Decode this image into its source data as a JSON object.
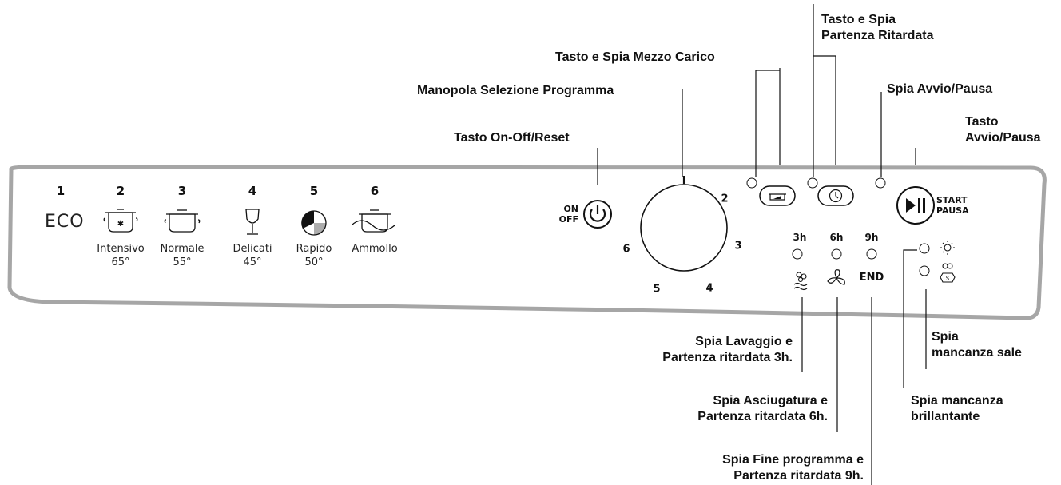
{
  "callouts": {
    "partenza_ritardata": [
      "Tasto e Spia",
      "Partenza Ritardata"
    ],
    "mezzo_carico": "Tasto e Spia Mezzo Carico",
    "manopola": "Manopola Selezione Programma",
    "avvio_pausa_spia": "Spia Avvio/Pausa",
    "avvio_pausa_tasto": [
      "Tasto",
      "Avvio/Pausa"
    ],
    "on_off": "Tasto On-Off/Reset",
    "spia_lavaggio": [
      "Spia Lavaggio e",
      "Partenza ritardata 3h."
    ],
    "spia_asciugatura": [
      "Spia Asciugatura e",
      "Partenza ritardata 6h."
    ],
    "spia_fine": [
      "Spia Fine programma e",
      "Partenza ritardata 9h."
    ],
    "spia_sale": [
      "Spia",
      "mancanza sale"
    ],
    "spia_brillantante": [
      "Spia mancanza",
      "brillantante"
    ]
  },
  "programs": [
    {
      "num": "1",
      "name": "ECO",
      "temp": "",
      "icon": "eco-text"
    },
    {
      "num": "2",
      "name": "Intensivo",
      "temp": "65°",
      "icon": "pot-intensive-icon"
    },
    {
      "num": "3",
      "name": "Normale",
      "temp": "55°",
      "icon": "pot-normal-icon"
    },
    {
      "num": "4",
      "name": "Delicati",
      "temp": "45°",
      "icon": "wine-glass-icon"
    },
    {
      "num": "5",
      "name": "Rapido",
      "temp": "50°",
      "icon": "rapid-clock-icon"
    },
    {
      "num": "6",
      "name": "Ammollo",
      "temp": "",
      "icon": "pot-soak-icon"
    }
  ],
  "power": {
    "on": "ON",
    "off": "OFF"
  },
  "dial": {
    "n1": "1",
    "n2": "2",
    "n3": "3",
    "n4": "4",
    "n5": "5",
    "n6": "6"
  },
  "start": {
    "start": "START",
    "pausa": "PAUSA"
  },
  "delay_labels": {
    "h3": "3h",
    "h6": "6h",
    "h9": "9h",
    "end": "END"
  },
  "colors": {
    "panel": "#a9a9a9",
    "text": "#111111"
  }
}
